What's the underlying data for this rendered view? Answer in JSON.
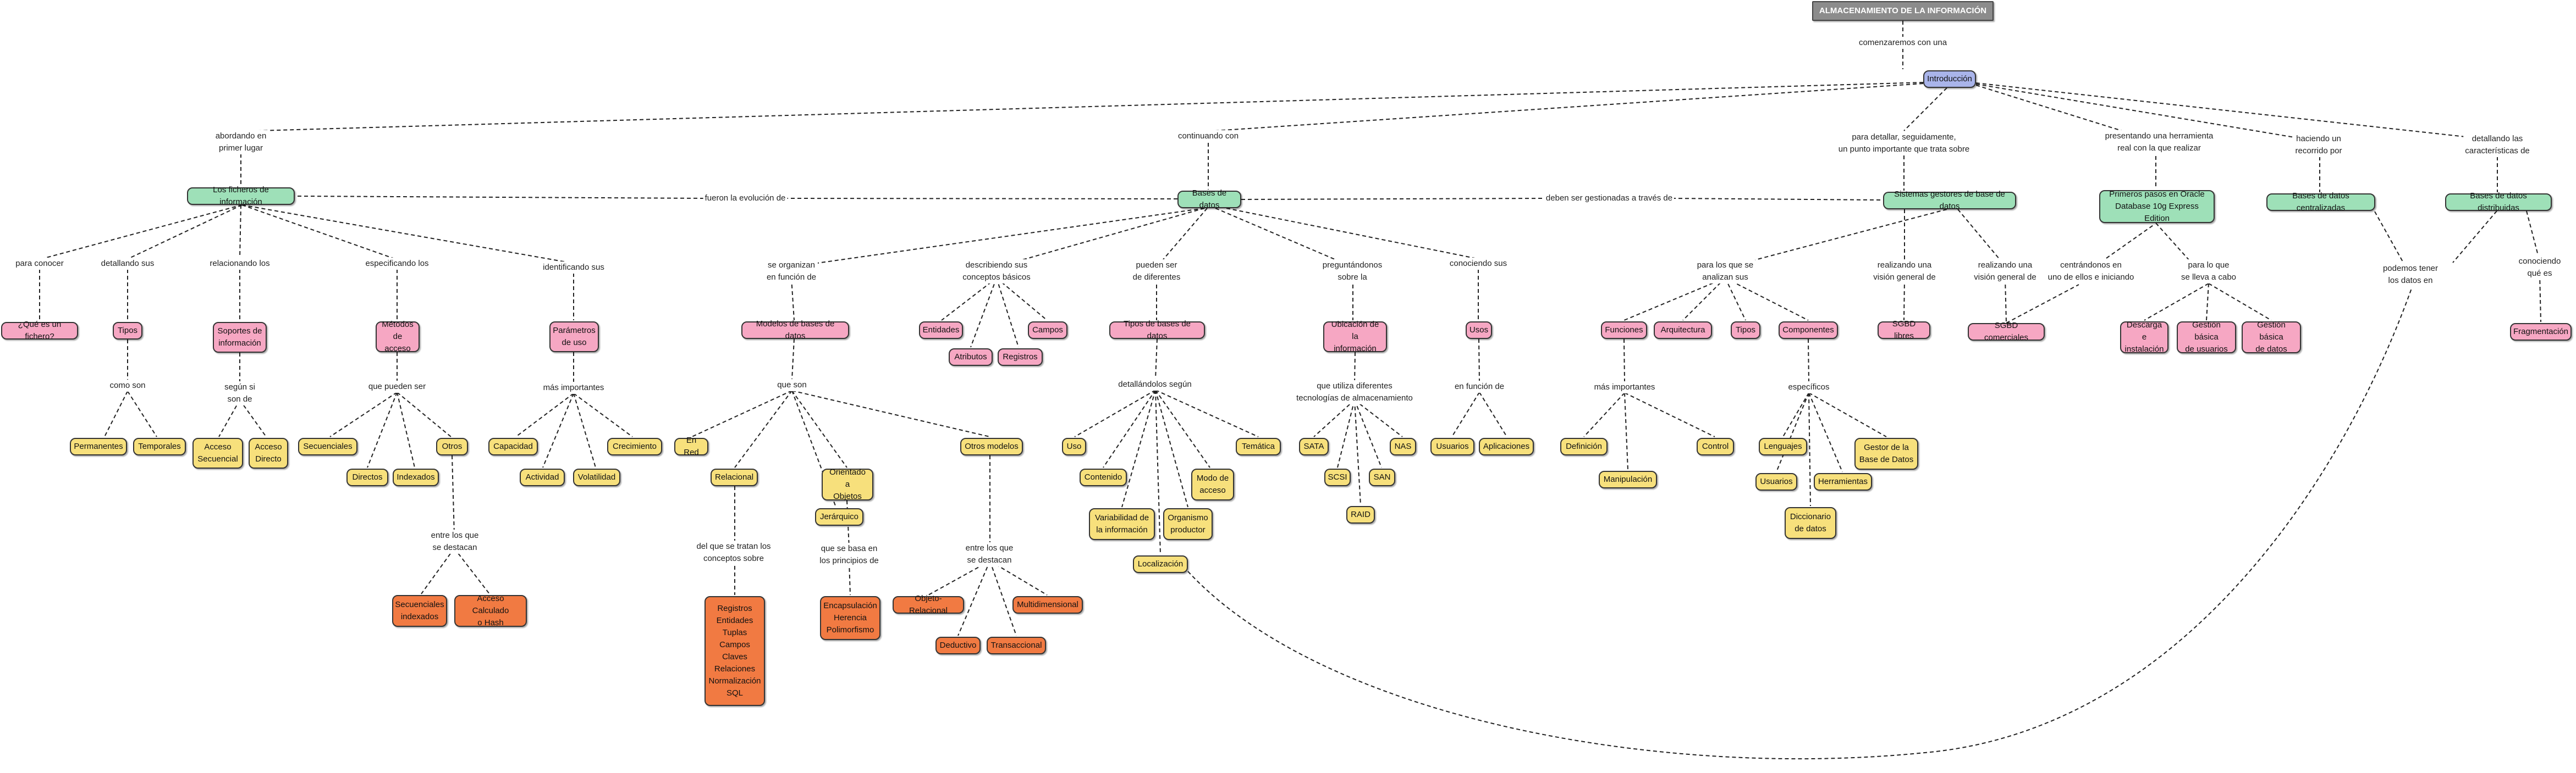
{
  "title": "ALMACENAMIENTO DE LA INFORMACIÓN",
  "colors": {
    "title": "#8c8c8c",
    "intro": "#a9b4ea",
    "green": "#9ee0b8",
    "pink": "#f6a7c3",
    "yellow": "#f7e07c",
    "orange": "#f17a42"
  },
  "concepts": {
    "intro": "Introducción",
    "ficheros": "Los ficheros de información",
    "bd": "Bases de datos",
    "sgbd": "Sistemas gestores de base de datos",
    "oracle": "Primeros pasos en Oracle\nDatabase 10g Express Edition",
    "centralizadas": "Bases de datos centralizadas",
    "distribuidas": "Bases de datos distribuidas",
    "que_fichero": "¿Qué es un fichero?",
    "tipos_f": "Tipos",
    "soportes": "Soportes de\ninformación",
    "metodos": "Métodos\nde acceso",
    "parametros": "Parámetros\nde uso",
    "permanentes": "Permanentes",
    "temporales": "Temporales",
    "acc_sec": "Acceso\nSecuencial",
    "acc_dir": "Acceso\nDirecto",
    "secuenciales": "Secuenciales",
    "directos": "Directos",
    "indexados": "Indexados",
    "otros_m": "Otros",
    "capacidad": "Capacidad",
    "actividad": "Actividad",
    "volatilidad": "Volatilidad",
    "crecimiento": "Crecimiento",
    "sec_idx": "Secuenciales\nindexados",
    "acc_calc": "Acceso Calculado\no Hash",
    "modelos": "Modelos de bases de datos",
    "entidades": "Entidades",
    "atributos": "Atributos",
    "registros": "Registros",
    "campos": "Campos",
    "tipos_bd": "Tipos de bases de datos",
    "ubicacion": "Ubicación de la\ninformación",
    "usos": "Usos",
    "en_red": "En Red",
    "relacional": "Relacional",
    "jerarquico": "Jerárquico",
    "orientado": "Orientado a\nObjetos",
    "otros_modelos": "Otros modelos",
    "rel_list": "Registros\nEntidades\nTuplas\nCampos\nClaves\nRelaciones\nNormalización\nSQL",
    "encap": "Encapsulación\nHerencia\nPolimorfismo",
    "obj_rel": "Objeto-Relacional",
    "multidim": "Multidimensional",
    "deductivo": "Deductivo",
    "transaccional": "Transaccional",
    "uso": "Uso",
    "contenido": "Contenido",
    "variabilidad": "Variabilidad de\nla información",
    "localizacion": "Localización",
    "organismo": "Organismo\nproductor",
    "modo_acceso": "Modo de\nacceso",
    "tematica": "Temática",
    "sata": "SATA",
    "scsi": "SCSI",
    "raid": "RAID",
    "san": "SAN",
    "nas": "NAS",
    "usuarios_bd": "Usuarios",
    "aplicaciones": "Aplicaciones",
    "funciones": "Funciones",
    "arquitectura": "Arquitectura",
    "tipos_s": "Tipos",
    "componentes": "Componentes",
    "sgbd_libres": "SGBD libres",
    "sgbd_com": "SGBD comerciales",
    "definicion": "Definición",
    "manipulacion": "Manipulación",
    "control": "Control",
    "lenguajes": "Lenguajes",
    "usuarios_c": "Usuarios",
    "diccionario": "Diccionario\nde datos",
    "herramientas": "Herramientas",
    "gestor": "Gestor de la\nBase de Datos",
    "descarga": "Descarga e\ninstalación",
    "gestion_usu": "Gestión básica\nde usuarios",
    "gestion_dat": "Gestión básica\nde datos",
    "fragmentacion": "Fragmentación"
  },
  "links": {
    "l1": "comenzaremos con una",
    "l2": "abordando en\nprimer lugar",
    "l3": "continuando con",
    "l4": "para detallar, seguidamente,\nun punto importante que trata sobre",
    "l5": "presentando una herramienta\nreal con la que realizar",
    "l6": "haciendo un\nrecorrido por",
    "l7": "detallando las\ncaracterísticas de",
    "l8": "fueron la evolución de",
    "l9": "deben ser gestionadas a través de",
    "l10": "para conocer",
    "l11": "detallando sus",
    "l12": "relacionando los",
    "l13": "especificando los",
    "l14": "identificando sus",
    "l15": "como son",
    "l16": "según si\nson de",
    "l17": "que pueden ser",
    "l18": "más importantes",
    "l19": "entre los que\nse destacan",
    "l20": "se organizan\nen función de",
    "l21": "describiendo sus\nconceptos básicos",
    "l22": "pueden ser\nde diferentes",
    "l23": "preguntándonos\nsobre la",
    "l24": "conociendo sus",
    "l25": "que son",
    "l26": "del que se tratan los\nconceptos sobre",
    "l27": "que se basa en\nlos principios de",
    "l28": "entre los que\nse destacan",
    "l29": "detallándolos según",
    "l30": "que utiliza diferentes\ntecnologías de almacenamiento",
    "l31": "en función de",
    "l32": "para los que se\nanalizan sus",
    "l33": "realizando una\nvisión general de",
    "l34": "realizando una\nvisión general de",
    "l35": "más importantes",
    "l36": "específicos",
    "l37": "centrándonos en\nuno de ellos e iniciando",
    "l38": "para lo que\nse lleva a cabo",
    "l39": "podemos tener\nlos datos en",
    "l40": "conociendo qué es"
  }
}
